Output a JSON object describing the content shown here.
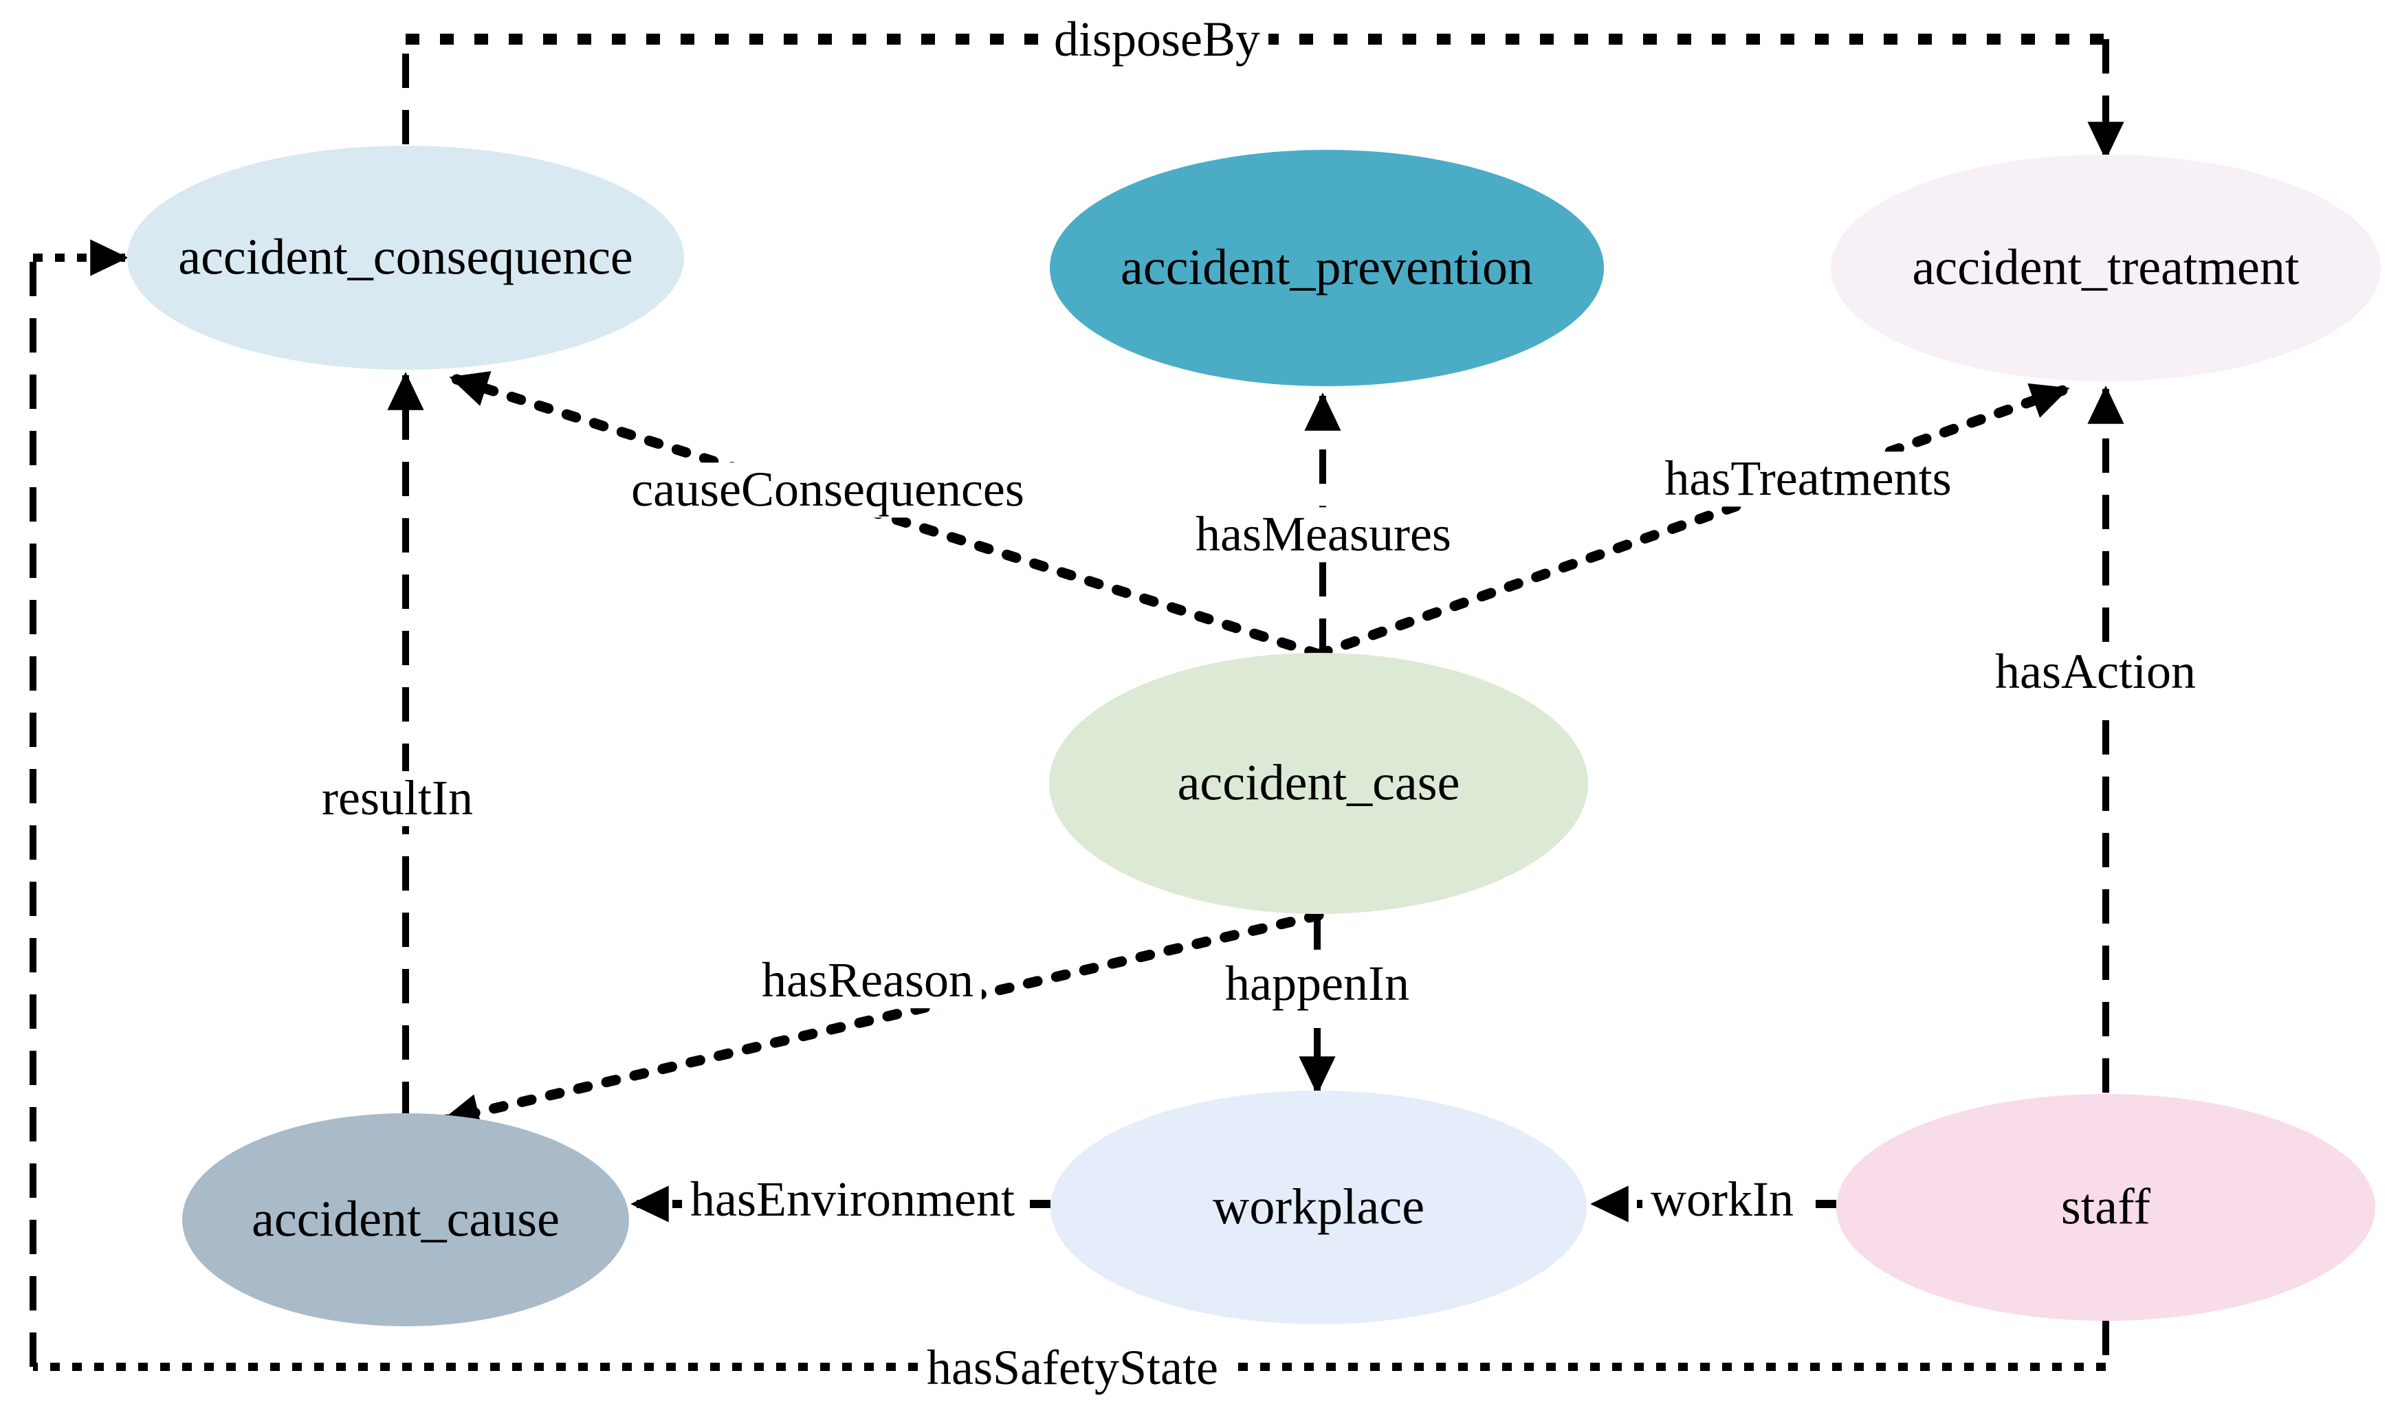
{
  "diagram": {
    "background": "#ffffff",
    "line_color": "#000000",
    "nodes": {
      "accident_consequence": {
        "label": "accident_consequence",
        "color": "#d9e9f1"
      },
      "accident_prevention": {
        "label": "accident_prevention",
        "color": "#4bacc6"
      },
      "accident_treatment": {
        "label": "accident_treatment",
        "color": "#f7f0f6"
      },
      "accident_case": {
        "label": "accident_case",
        "color": "#dcead5"
      },
      "accident_cause": {
        "label": "accident_cause",
        "color": "#a9bac9"
      },
      "workplace": {
        "label": "workplace",
        "color": "#e4edf9"
      },
      "staff": {
        "label": "staff",
        "color": "#f8dce9"
      }
    },
    "edges": {
      "disposeBy": {
        "label": "disposeBy"
      },
      "causeConsequences": {
        "label": "causeConsequences"
      },
      "hasMeasures": {
        "label": "hasMeasures"
      },
      "hasTreatments": {
        "label": "hasTreatments"
      },
      "resultIn": {
        "label": "resultIn"
      },
      "hasReason": {
        "label": "hasReason"
      },
      "happenIn": {
        "label": "happenIn"
      },
      "hasEnvironment": {
        "label": "hasEnvironment"
      },
      "workIn": {
        "label": "workIn"
      },
      "hasAction": {
        "label": "hasAction"
      },
      "hasSafetyState": {
        "label": "hasSafetyState"
      }
    }
  }
}
